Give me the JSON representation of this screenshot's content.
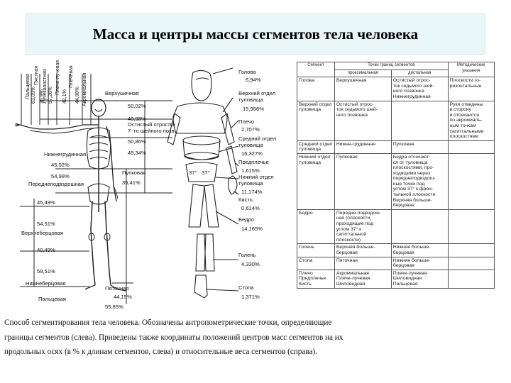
{
  "title": "Масса и центры массы сегментов тела человека",
  "left_figure": {
    "vertical_labels": [
      "Пальцевая",
      "Пястная",
      "Лучезапястная",
      "Плече-лучевая",
      "Плечевая",
      "Акромиальная"
    ],
    "vertical_values": [
      "63,09%",
      "35,9%",
      "57,26%",
      "42,1%",
      "44,98%"
    ],
    "side_labels": [
      "Верхушечная",
      "Остистый отросток",
      "7- го шейного позв.",
      "Нижнегрудинная",
      "Пупковая",
      "Переднеподвздошная",
      "Верхнеберцовая",
      "Нижнеберцовая",
      "Пяточная",
      "Пальцевая"
    ],
    "percentages": [
      "50,02%",
      "49,98%",
      "50,86%",
      "49,34%",
      "45,02%",
      "54,98%",
      "35,41%",
      "45,49%",
      "54,51%",
      "40,49%",
      "59,51%",
      "44,15%",
      "55,85%"
    ]
  },
  "right_figure": {
    "segments": [
      {
        "name": "Голова",
        "value": "6,94%"
      },
      {
        "name": "Верхний отдел туловища",
        "value": "15,956%"
      },
      {
        "name": "Плечо",
        "value": "2,707%"
      },
      {
        "name": "Средний отдел туловища",
        "value": "16,327%"
      },
      {
        "name": "Предплечье",
        "value": "1,615%"
      },
      {
        "name": "Нижний отдел туловища",
        "value": "11,174%"
      },
      {
        "name": "Кисть",
        "value": "0,614%"
      },
      {
        "name": "Бедро",
        "value": "14,165%"
      },
      {
        "name": "Голень",
        "value": "4,330%"
      },
      {
        "name": "Стопа",
        "value": "1,371%"
      }
    ],
    "angle": "37°",
    "angle2": "37°"
  },
  "table": {
    "header_group": "Точки границ сегментов",
    "headers": [
      "Сегмент",
      "проксимальная",
      "дистальная",
      "Методические указания"
    ],
    "rows": [
      [
        "Голова",
        "Верхушечная",
        "Остистый отрос-\nток седьмого шей-\nного позвонка\nНижнегрудинная",
        "Плоскости го-\nризонтальные"
      ],
      [
        "Верхний отдел\nтуловища",
        "Остистый отрос-\nток седьмого шей-\nного позвонка",
        "",
        "Руки отведены\nв сторону\nи отсекаются\nпо акромиаль-\nным точкам\nсагиттальными\nплоскостями"
      ],
      [
        "Средний отдел\nтуловища",
        "Нижне-грудинная",
        "Пупковая",
        ""
      ],
      [
        "Нижний отдел\nтуловища",
        "Пупковая",
        "Бедра отсекают-\nся от туловища\nплоскостями, про-\nходящими через\nпереднеподвздош-\nные точки под\nуглом 37° к фрон-\nтальной плоскости\nВерхняя больше-\nберцовая",
        ""
      ],
      [
        "Бедро",
        "Передне-подвздош-\nная (плоскости,\nпроходящие под\nуглом 37° к\nсагиттальной\nплоскости)",
        "",
        ""
      ],
      [
        "Голень",
        "Верхняя больше-\nберцовая",
        "Нижняя больше-\nберцовая",
        ""
      ],
      [
        "Стопа",
        "Пяточная",
        "Нижняя больше-\nберцовая",
        ""
      ],
      [
        "Плечо\nПредплечье\nКисть",
        "Акромиальная\nПлече-лучевая\nШиловидная",
        "Плече-лучевая\nШиловидная\nПальцевая",
        ""
      ]
    ]
  },
  "caption": "Способ сегментирования тела человека. Обозначены антропометрические точки, определяющие границы сегментов (слева). Приведены также координаты положений центров масс сегментов на их продольных осях (в % к длинам сегментов, слева) и относительные веса сегментов (справа)."
}
